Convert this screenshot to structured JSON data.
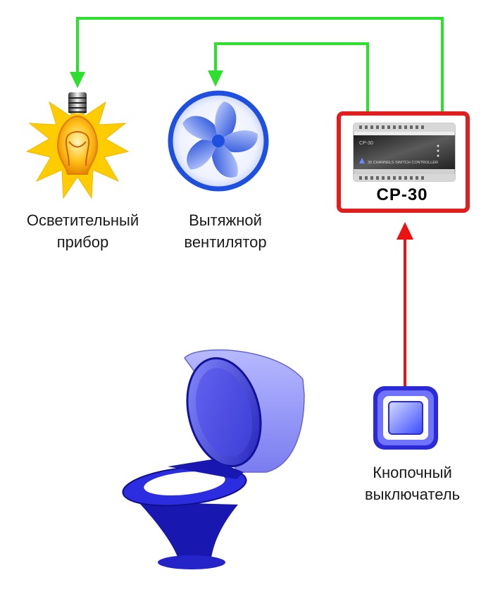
{
  "colors": {
    "wire_output": "#2ee02e",
    "wire_input": "#ee1111",
    "controller_frame": "#e11d1d",
    "device_blue": "#3d3df2",
    "bulb_glow": "#ffcc00"
  },
  "nodes": {
    "lamp": {
      "label_line1": "Осветительный",
      "label_line2": "прибор",
      "icon": "light-bulb-icon"
    },
    "fan": {
      "label_line1": "Вытяжной",
      "label_line2": "вентилятор",
      "icon": "fan-icon"
    },
    "controller": {
      "title": "CP-30",
      "device_brand": "CP-30",
      "device_caption": "30 CHANNELS SWITCH CONTROLLER",
      "icon": "din-rail-controller-icon"
    },
    "switch": {
      "label_line1": "Кнопочный",
      "label_line2": "выключатель",
      "icon": "push-button-icon"
    },
    "toilet": {
      "icon": "toilet-icon"
    }
  },
  "edges": [
    {
      "from": "controller",
      "to": "lamp",
      "kind": "output"
    },
    {
      "from": "controller",
      "to": "fan",
      "kind": "output"
    },
    {
      "from": "switch",
      "to": "controller",
      "kind": "input"
    }
  ]
}
